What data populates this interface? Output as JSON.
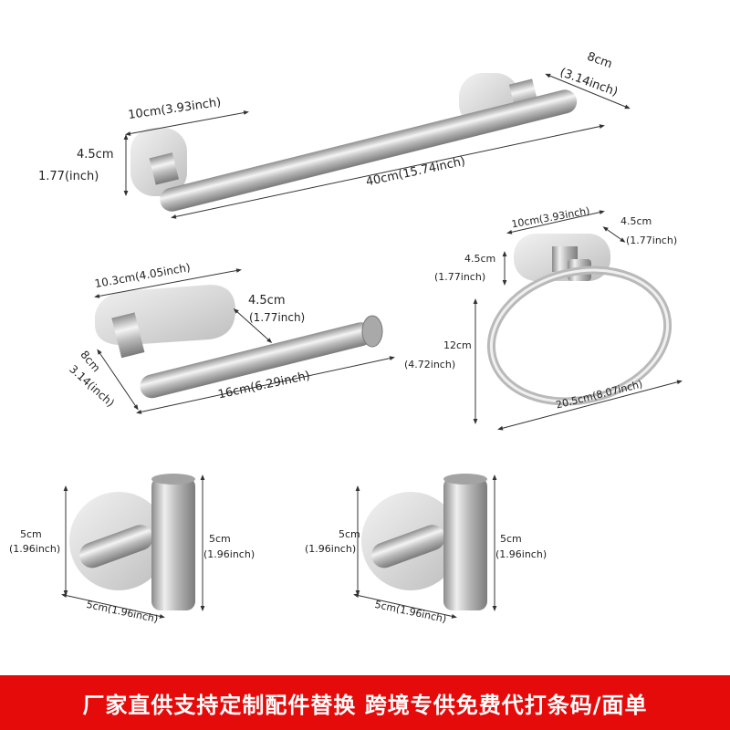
{
  "towel_bar": {
    "plate_width": "10cm(3.93inch)",
    "depth": "8cm",
    "depth_inch": "(3.14inch)",
    "height": "4.5cm",
    "height_inch": "1.77(inch)",
    "length": "40cm(15.74inch)"
  },
  "paper_holder": {
    "plate_width": "10.3cm(4.05inch)",
    "height": "4.5cm",
    "height_inch": "(1.77inch)",
    "depth": "8cm",
    "depth_inch": "3.14(inch)",
    "length": "16cm(6.29inch)"
  },
  "towel_ring": {
    "plate_width": "10cm(3.93inch)",
    "depth": "4.5cm",
    "depth_inch": "(1.77inch)",
    "plate_height": "4.5cm",
    "plate_height_inch": "(1.77inch)",
    "ring_height": "12cm",
    "ring_height_inch": "(4.72inch)",
    "width": "20.5cm(8.07inch)"
  },
  "hook_left": {
    "plate_height": "5cm",
    "plate_height_inch": "(1.96inch)",
    "hook_height": "5cm",
    "hook_height_inch": "(1.96inch)",
    "width": "5cm(1.96inch)"
  },
  "hook_right": {
    "plate_height": "5cm",
    "plate_height_inch": "(1.96inch)",
    "hook_height": "5cm",
    "hook_height_inch": "(1.96inch)",
    "width": "5cm(1.96inch)"
  },
  "banner": {
    "text": "厂家直供支持定制配件替换  跨境专供免费代打条码/面单"
  },
  "colors": {
    "banner_bg": "#e60b0b",
    "metal": "#c8c8c8"
  }
}
